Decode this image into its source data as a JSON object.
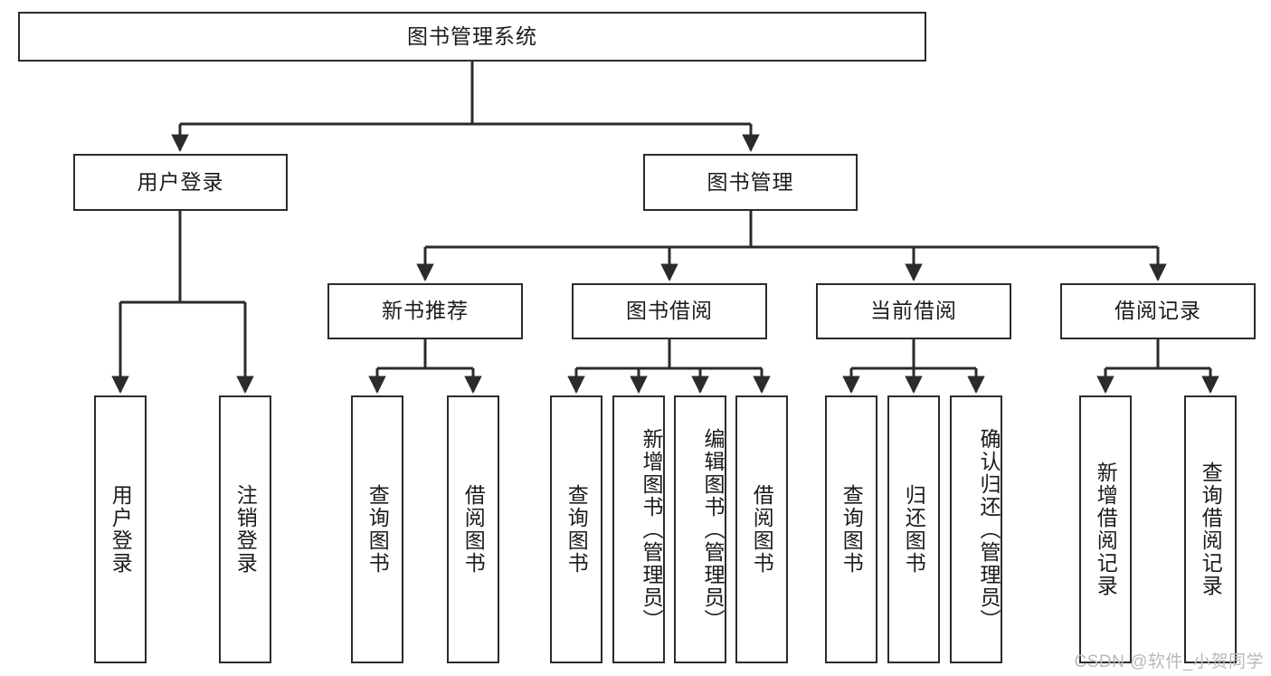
{
  "diagram": {
    "title_node": {
      "label": "图书管理系统"
    },
    "level2": [
      {
        "id": "user-login",
        "label": "用户登录"
      },
      {
        "id": "book-manage",
        "label": "图书管理"
      }
    ],
    "level3": [
      {
        "id": "new-book-recommend",
        "label": "新书推荐"
      },
      {
        "id": "book-borrow",
        "label": "图书借阅"
      },
      {
        "id": "current-borrow",
        "label": "当前借阅"
      },
      {
        "id": "borrow-record",
        "label": "借阅记录"
      }
    ],
    "leaves": {
      "user_login": [
        {
          "id": "leaf-user-login",
          "label": "用户登录"
        },
        {
          "id": "leaf-logout-login",
          "label": "注销登录"
        }
      ],
      "new_book_recommend": [
        {
          "id": "leaf-query-book-1",
          "label": "查询图书"
        },
        {
          "id": "leaf-borrow-book-1",
          "label": "借阅图书"
        }
      ],
      "book_borrow": [
        {
          "id": "leaf-query-book-2",
          "label": "查询图书"
        },
        {
          "id": "leaf-add-book",
          "label": "新增图书（管理员）"
        },
        {
          "id": "leaf-edit-book",
          "label": "编辑图书（管理员）"
        },
        {
          "id": "leaf-borrow-book-2",
          "label": "借阅图书"
        }
      ],
      "current_borrow": [
        {
          "id": "leaf-query-book-3",
          "label": "查询图书"
        },
        {
          "id": "leaf-return-book",
          "label": "归还图书"
        },
        {
          "id": "leaf-confirm-return",
          "label": "确认归还（管理员）"
        }
      ],
      "borrow_record": [
        {
          "id": "leaf-add-record",
          "label": "新增借阅记录"
        },
        {
          "id": "leaf-query-record",
          "label": "查询借阅记录"
        }
      ]
    }
  },
  "watermark": {
    "text": "CSDN @软件_小贺同学"
  },
  "colors": {
    "border": "#2b2b2b",
    "background": "#ffffff",
    "text": "#1b1b1b",
    "watermark": "#b9b9b9"
  }
}
